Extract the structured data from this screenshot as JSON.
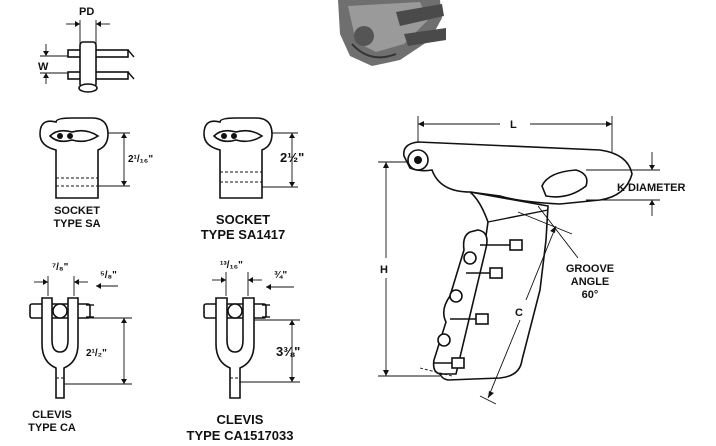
{
  "pin_view": {
    "pd_label": "PD",
    "w_label": "W"
  },
  "sockets": [
    {
      "name": "SOCKET",
      "type": "TYPE SA",
      "dimension": "2¹/₁₆\""
    },
    {
      "name": "SOCKET",
      "type": "TYPE SA1417",
      "dimension": "2½\""
    }
  ],
  "clevises": [
    {
      "name": "CLEVIS",
      "type": "TYPE CA",
      "width": "⁷/₈\"",
      "offset": "⁵/₈\"",
      "height": "2¹/₂\""
    },
    {
      "name": "CLEVIS",
      "type": "TYPE CA1517033",
      "width": "¹³/₁₆\"",
      "offset": "¾\"",
      "height": "3⅜\""
    }
  ],
  "clamp": {
    "length_label": "L",
    "height_label": "H",
    "c_label": "C",
    "k_label": "K DIAMETER",
    "groove_line1": "GROOVE",
    "groove_line2": "ANGLE",
    "groove_value": "60°"
  },
  "photo": {
    "icon": "clamp-photo-icon"
  }
}
